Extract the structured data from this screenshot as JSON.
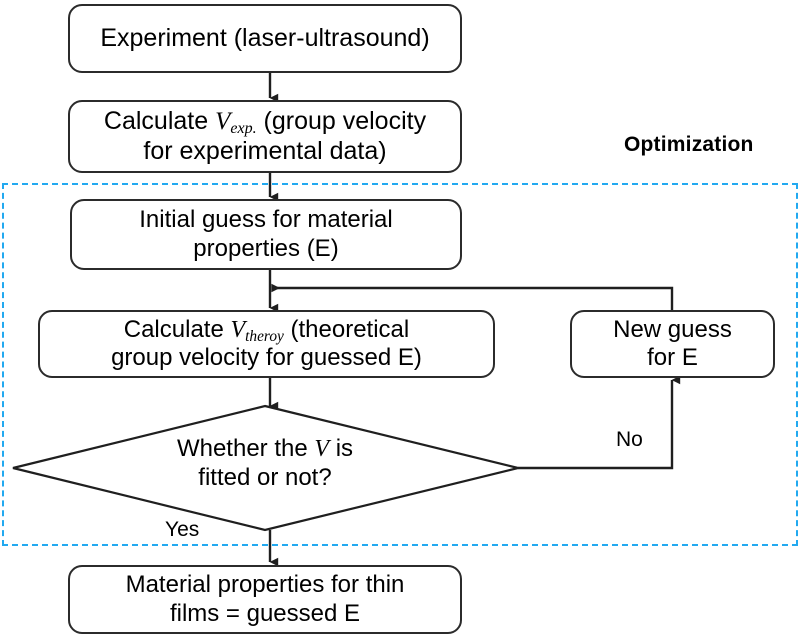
{
  "diagram": {
    "title_label": "Optimization",
    "nodes": {
      "experiment": "Experiment (laser-ultrasound)",
      "calc_exp_pre": "Calculate ",
      "calc_exp_var": "V",
      "calc_exp_sub": "exp.",
      "calc_exp_post": " (group velocity\nfor experimental data)",
      "initial_guess": "Initial guess for material\nproperties (E)",
      "calc_theory_pre": "Calculate ",
      "calc_theory_var": "V",
      "calc_theory_sub": "theroy",
      "calc_theory_post": " (theoretical\ngroup velocity for guessed E)",
      "new_guess": "New guess\nfor E",
      "decision_pre": "Whether the ",
      "decision_var": "V",
      "decision_post": " is\nfitted or not?",
      "result": "Material properties for thin\nfilms = guessed E"
    },
    "edge_labels": {
      "no": "No",
      "yes": "Yes"
    },
    "colors": {
      "region_border": "#22a9f0",
      "node_border": "#2b2b2b",
      "wire": "#1f1f1f",
      "text": "#000000",
      "background": "#ffffff"
    }
  }
}
